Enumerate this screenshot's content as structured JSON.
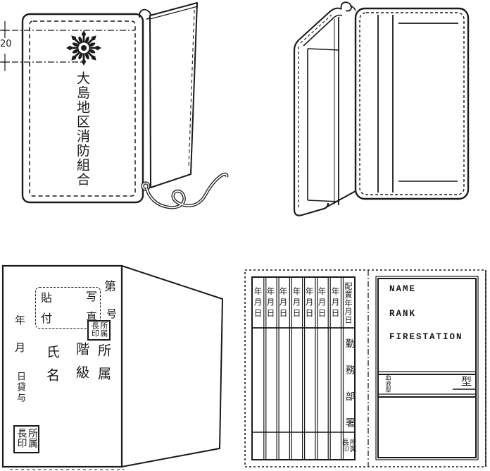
{
  "colors": {
    "ink": "#1a1a1a",
    "paper": "#ffffff"
  },
  "closed_case": {
    "dimension_label": "20",
    "cover_title": "大島地区消防組合",
    "emblem_icon": "fire-brigade-emblem",
    "cord_icon": "neck-cord"
  },
  "card_front": {
    "number_prefix": "第",
    "number_suffix": "号",
    "photo_attach_label": "貼付",
    "photo_label": "写真",
    "photo_stamp_label": "所属長印",
    "year_label": "年",
    "month_label": "月",
    "day_lend_label": "日貸与",
    "name_label": "氏名",
    "rank_label": "階級",
    "affiliation_label": "所属",
    "corner_stamp_label": "所属長印"
  },
  "spread": {
    "table": {
      "date_header": "年月日",
      "date_column_count": 7,
      "assignment_header": "配置年月日",
      "duty_header": "勤務部署",
      "seal_label": "所属長印"
    },
    "panel": {
      "name_label": "NAME",
      "rank_label": "RANK",
      "station_label": "FIRESTATION",
      "blood_type_label": "血液型",
      "type_suffix": "型"
    }
  }
}
